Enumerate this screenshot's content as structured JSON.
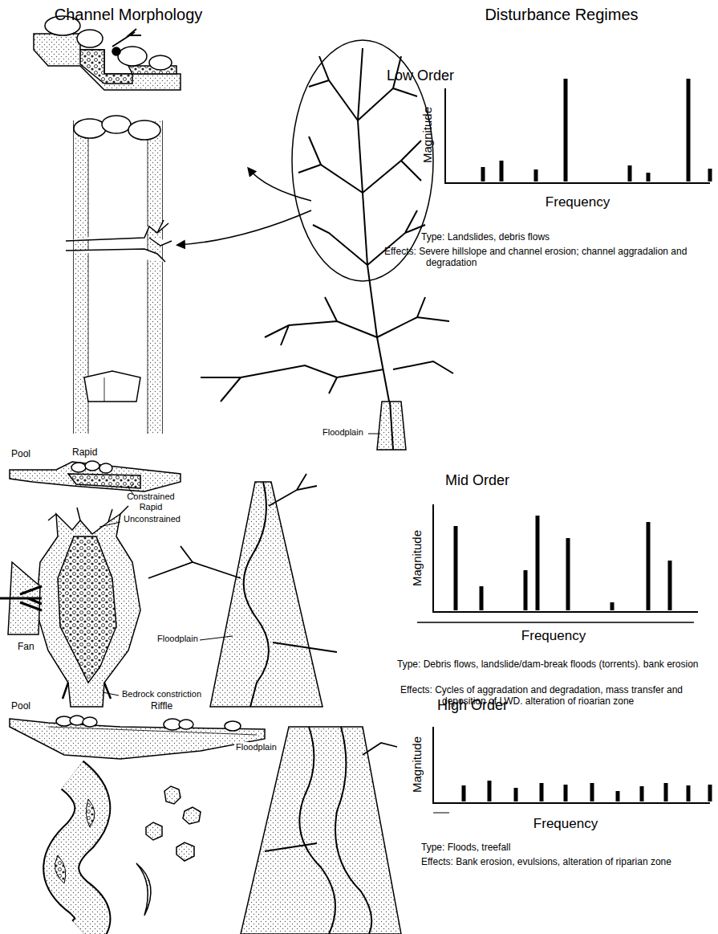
{
  "diagram": {
    "labels": [
      "Channel Morphology",
      "Disturbance Regimes",
      "Low Order",
      "Magnitude",
      "Frequency",
      "Type: Landslides, debris flows",
      "Effects: Severe hillslope and channel erosion; channel aggradalion and degradation",
      "Floodplain",
      "Mid Order",
      "Pool",
      "Rapid",
      "Constrained Rapid",
      "Unconstrained",
      "Fan",
      "Floodplain",
      "Bedrock constriction",
      "Magnitude",
      "Frequency",
      "Type: Debris flows, landslide/dam-break floods (torrents). bank erosion",
      "Effects: Cycles of aggradation and degradation, mass transfer and deposition of LWD. alteration of rioarian zone",
      "High Order",
      "Pool",
      "Riffle",
      "Floodplain",
      "Magnitude",
      "Frequency",
      "Type: Floods, treefall",
      "Effects: Bank erosion, evulsions, alteration of riparian zone"
    ]
  }
}
